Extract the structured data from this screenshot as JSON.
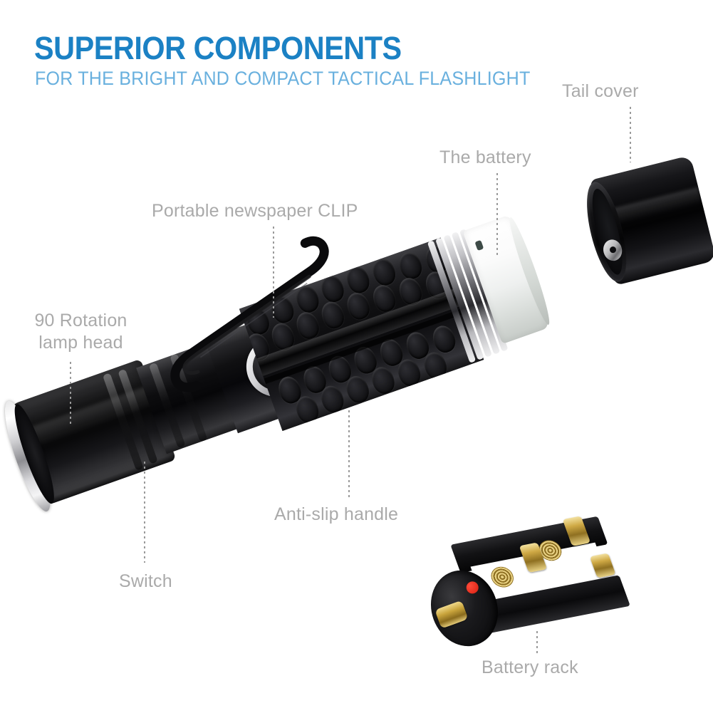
{
  "header": {
    "title": "SUPERIOR COMPONENTS",
    "subtitle": "FOR THE BRIGHT AND COMPACT TACTICAL FLASHLIGHT",
    "title_color": "#1b81c4",
    "subtitle_color": "#69b0de"
  },
  "labels": {
    "tail_cover": "Tail cover",
    "the_battery": "The battery",
    "portable_clip": "Portable newspaper CLIP",
    "rotation_lamp_head_line1": "90 Rotation",
    "rotation_lamp_head_line2": "lamp head",
    "anti_slip_handle": "Anti-slip handle",
    "switch": "Switch",
    "battery_rack": "Battery rack",
    "label_color": "#aaaaaa"
  },
  "product": {
    "name": "Tactical Flashlight",
    "body_color": "#0a0a0c",
    "bezel_color": "#e9e9ea",
    "battery_color": "#ffffff",
    "thread_color": "#c2c2c6",
    "brass_color": "#c9a43c",
    "marker_color": "#d81f10"
  },
  "background": "#ffffff"
}
